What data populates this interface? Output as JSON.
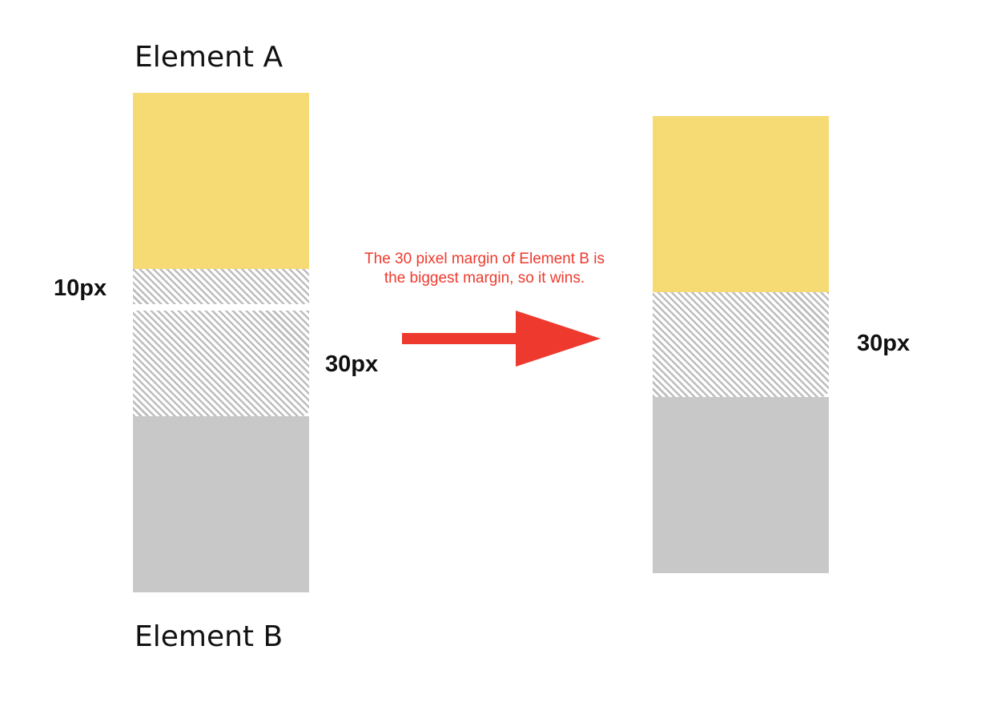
{
  "left": {
    "top_label": "Element A",
    "bottom_label": "Element B",
    "margin_a_label": "10px",
    "margin_b_label": "30px"
  },
  "right": {
    "margin_label": "30px"
  },
  "note": {
    "line1": "The 30 pixel margin of Element B is",
    "line2": "the biggest margin, so it wins."
  },
  "colors": {
    "element_a_fill": "#f6da74",
    "element_b_fill": "#c8c8c8",
    "hatch_stripe": "#bdbdbd",
    "arrow": "#ee3a2e",
    "note_text": "#ee3a2e"
  },
  "icons": {
    "arrow": "right-arrow-icon"
  }
}
